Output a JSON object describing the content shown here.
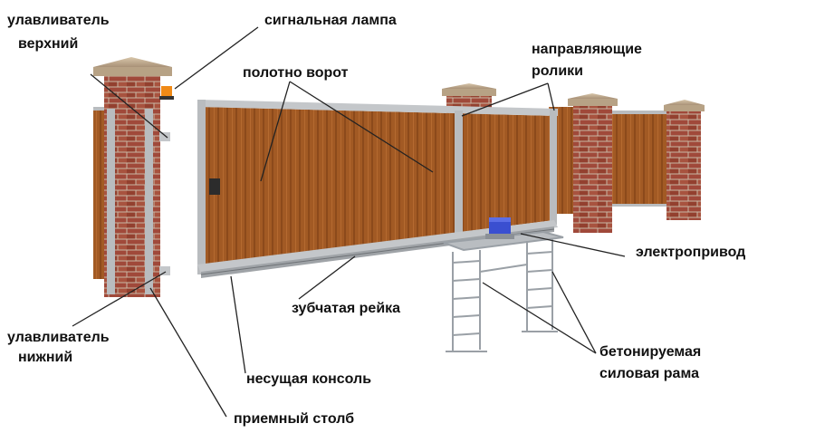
{
  "labels": {
    "catcher_top_line1": "улавливатель",
    "catcher_top_line2": "верхний",
    "signal_lamp": "сигнальная лампа",
    "gate_leaf": "полотно ворот",
    "guide_rollers_line1": "направляющие",
    "guide_rollers_line2": "ролики",
    "drive": "электропривод",
    "gear_rack": "зубчатая рейка",
    "catcher_bottom_line1": "улавливатель",
    "catcher_bottom_line2": "нижний",
    "frame_line1": "бетонируемая",
    "frame_line2": "силовая рама",
    "console": "несущая консоль",
    "receiving_post": "приемный столб"
  },
  "colors": {
    "brick": "#a0493a",
    "brick_mortar": "#c9b7a4",
    "post_cap": "#c8b59a",
    "gate_panel": "#a25a24",
    "gate_frame": "#b9bcbf",
    "lamp": "#f08a16",
    "drive_motor": "#3a4fd0",
    "leader_line": "#222222"
  }
}
